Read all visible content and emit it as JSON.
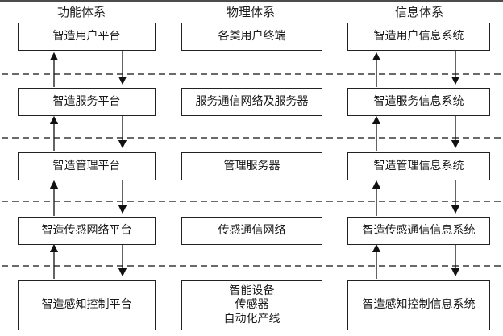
{
  "headers": {
    "functional": "功能体系",
    "physical": "物理体系",
    "information": "信息体系"
  },
  "rows": [
    {
      "functional": "智造用户平台",
      "physical": [
        "各类用户终端"
      ],
      "information": "智造用户信息系统"
    },
    {
      "functional": "智造服务平台",
      "physical": [
        "服务通信网络及服务器"
      ],
      "information": "智造服务信息系统"
    },
    {
      "functional": "智造管理平台",
      "physical": [
        "管理服务器"
      ],
      "information": "智造管理信息系统"
    },
    {
      "functional": "智造传感网络平台",
      "physical": [
        "传感通信网络"
      ],
      "information": "智造传感通信信息系统"
    },
    {
      "functional": "智造感知控制平台",
      "physical": [
        "智能设备",
        "传感器",
        "自动化产线"
      ],
      "information": "智造感知控制信息系统"
    }
  ]
}
